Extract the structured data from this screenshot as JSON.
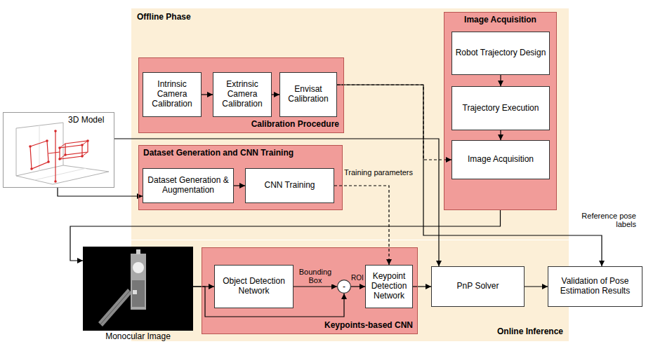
{
  "diagram": {
    "nodes": [
      {
        "text": [
          "Offline Phase"
        ]
      },
      {
        "text": [
          "Calibration Procedure"
        ],
        "in": 0
      },
      {
        "text": [
          "Intrinsic Camera Calibration"
        ],
        "in": 1
      },
      {
        "text": [
          "Extrinsic Camera Calibration"
        ],
        "in": 1
      },
      {
        "text": [
          "Envisat Calibration"
        ],
        "in": 1
      },
      {
        "text": [
          "Image Acquisition"
        ],
        "in": 0
      },
      {
        "text": [
          "Robot Trajectory Design"
        ],
        "in": 5
      },
      {
        "text": [
          "Trajectory Execution"
        ],
        "in": 5
      },
      {
        "text": [
          "Image Acquisition"
        ],
        "in": 5
      },
      {
        "text": [
          "3D Model"
        ]
      },
      {
        "text": [
          "Dataset Generation and CNN Training"
        ],
        "in": 0
      },
      {
        "text": [
          "Dataset Generation & Augmentation"
        ],
        "in": 10
      },
      {
        "text": [
          "CNN Training"
        ],
        "in": 10
      },
      {
        "text": [
          "Online Inference"
        ]
      },
      {
        "text": [
          "Monocular Image"
        ]
      },
      {
        "text": [
          "Keypoints-based CNN"
        ],
        "in": 13
      },
      {
        "text": [
          "Object Detection Network"
        ],
        "in": 15
      },
      {
        "text": [
          "-"
        ],
        "in": 15
      },
      {
        "text": [
          "Keypoint Detection Network"
        ],
        "in": 15
      },
      {
        "text": [
          "PnP Solver"
        ],
        "in": 13
      },
      {
        "text": [
          "Validation of Pose Estimation Results"
        ]
      }
    ],
    "edges": [
      {
        "from": 2,
        "to": 3,
        "arrow": "to"
      },
      {
        "from": 3,
        "to": 4,
        "arrow": "to"
      },
      {
        "from": 4,
        "to": 8,
        "arrow": "to"
      },
      {
        "from": 4,
        "to": 20,
        "label": "Reference pose labels",
        "arrow": "to"
      },
      {
        "from": 6,
        "to": 7,
        "arrow": "to"
      },
      {
        "from": 7,
        "to": 8,
        "arrow": "to"
      },
      {
        "from": 9,
        "to": 11,
        "arrow": "to"
      },
      {
        "from": 9,
        "to": 19,
        "arrow": "to"
      },
      {
        "from": 11,
        "to": 12,
        "arrow": "to"
      },
      {
        "from": 12,
        "to": 18,
        "label": "Training parameters",
        "arrow": "to"
      },
      {
        "from": 5,
        "to": 14,
        "arrow": "to"
      },
      {
        "from": 14,
        "to": 16,
        "arrow": "to"
      },
      {
        "from": 14,
        "to": 17,
        "arrow": "to"
      },
      {
        "from": 16,
        "to": 17,
        "label": "Bounding Box",
        "arrow": "to"
      },
      {
        "from": 17,
        "to": 18,
        "label": "ROI",
        "arrow": "to"
      },
      {
        "from": 18,
        "to": 19,
        "arrow": "to"
      },
      {
        "from": 19,
        "to": 20,
        "arrow": "to"
      }
    ]
  }
}
